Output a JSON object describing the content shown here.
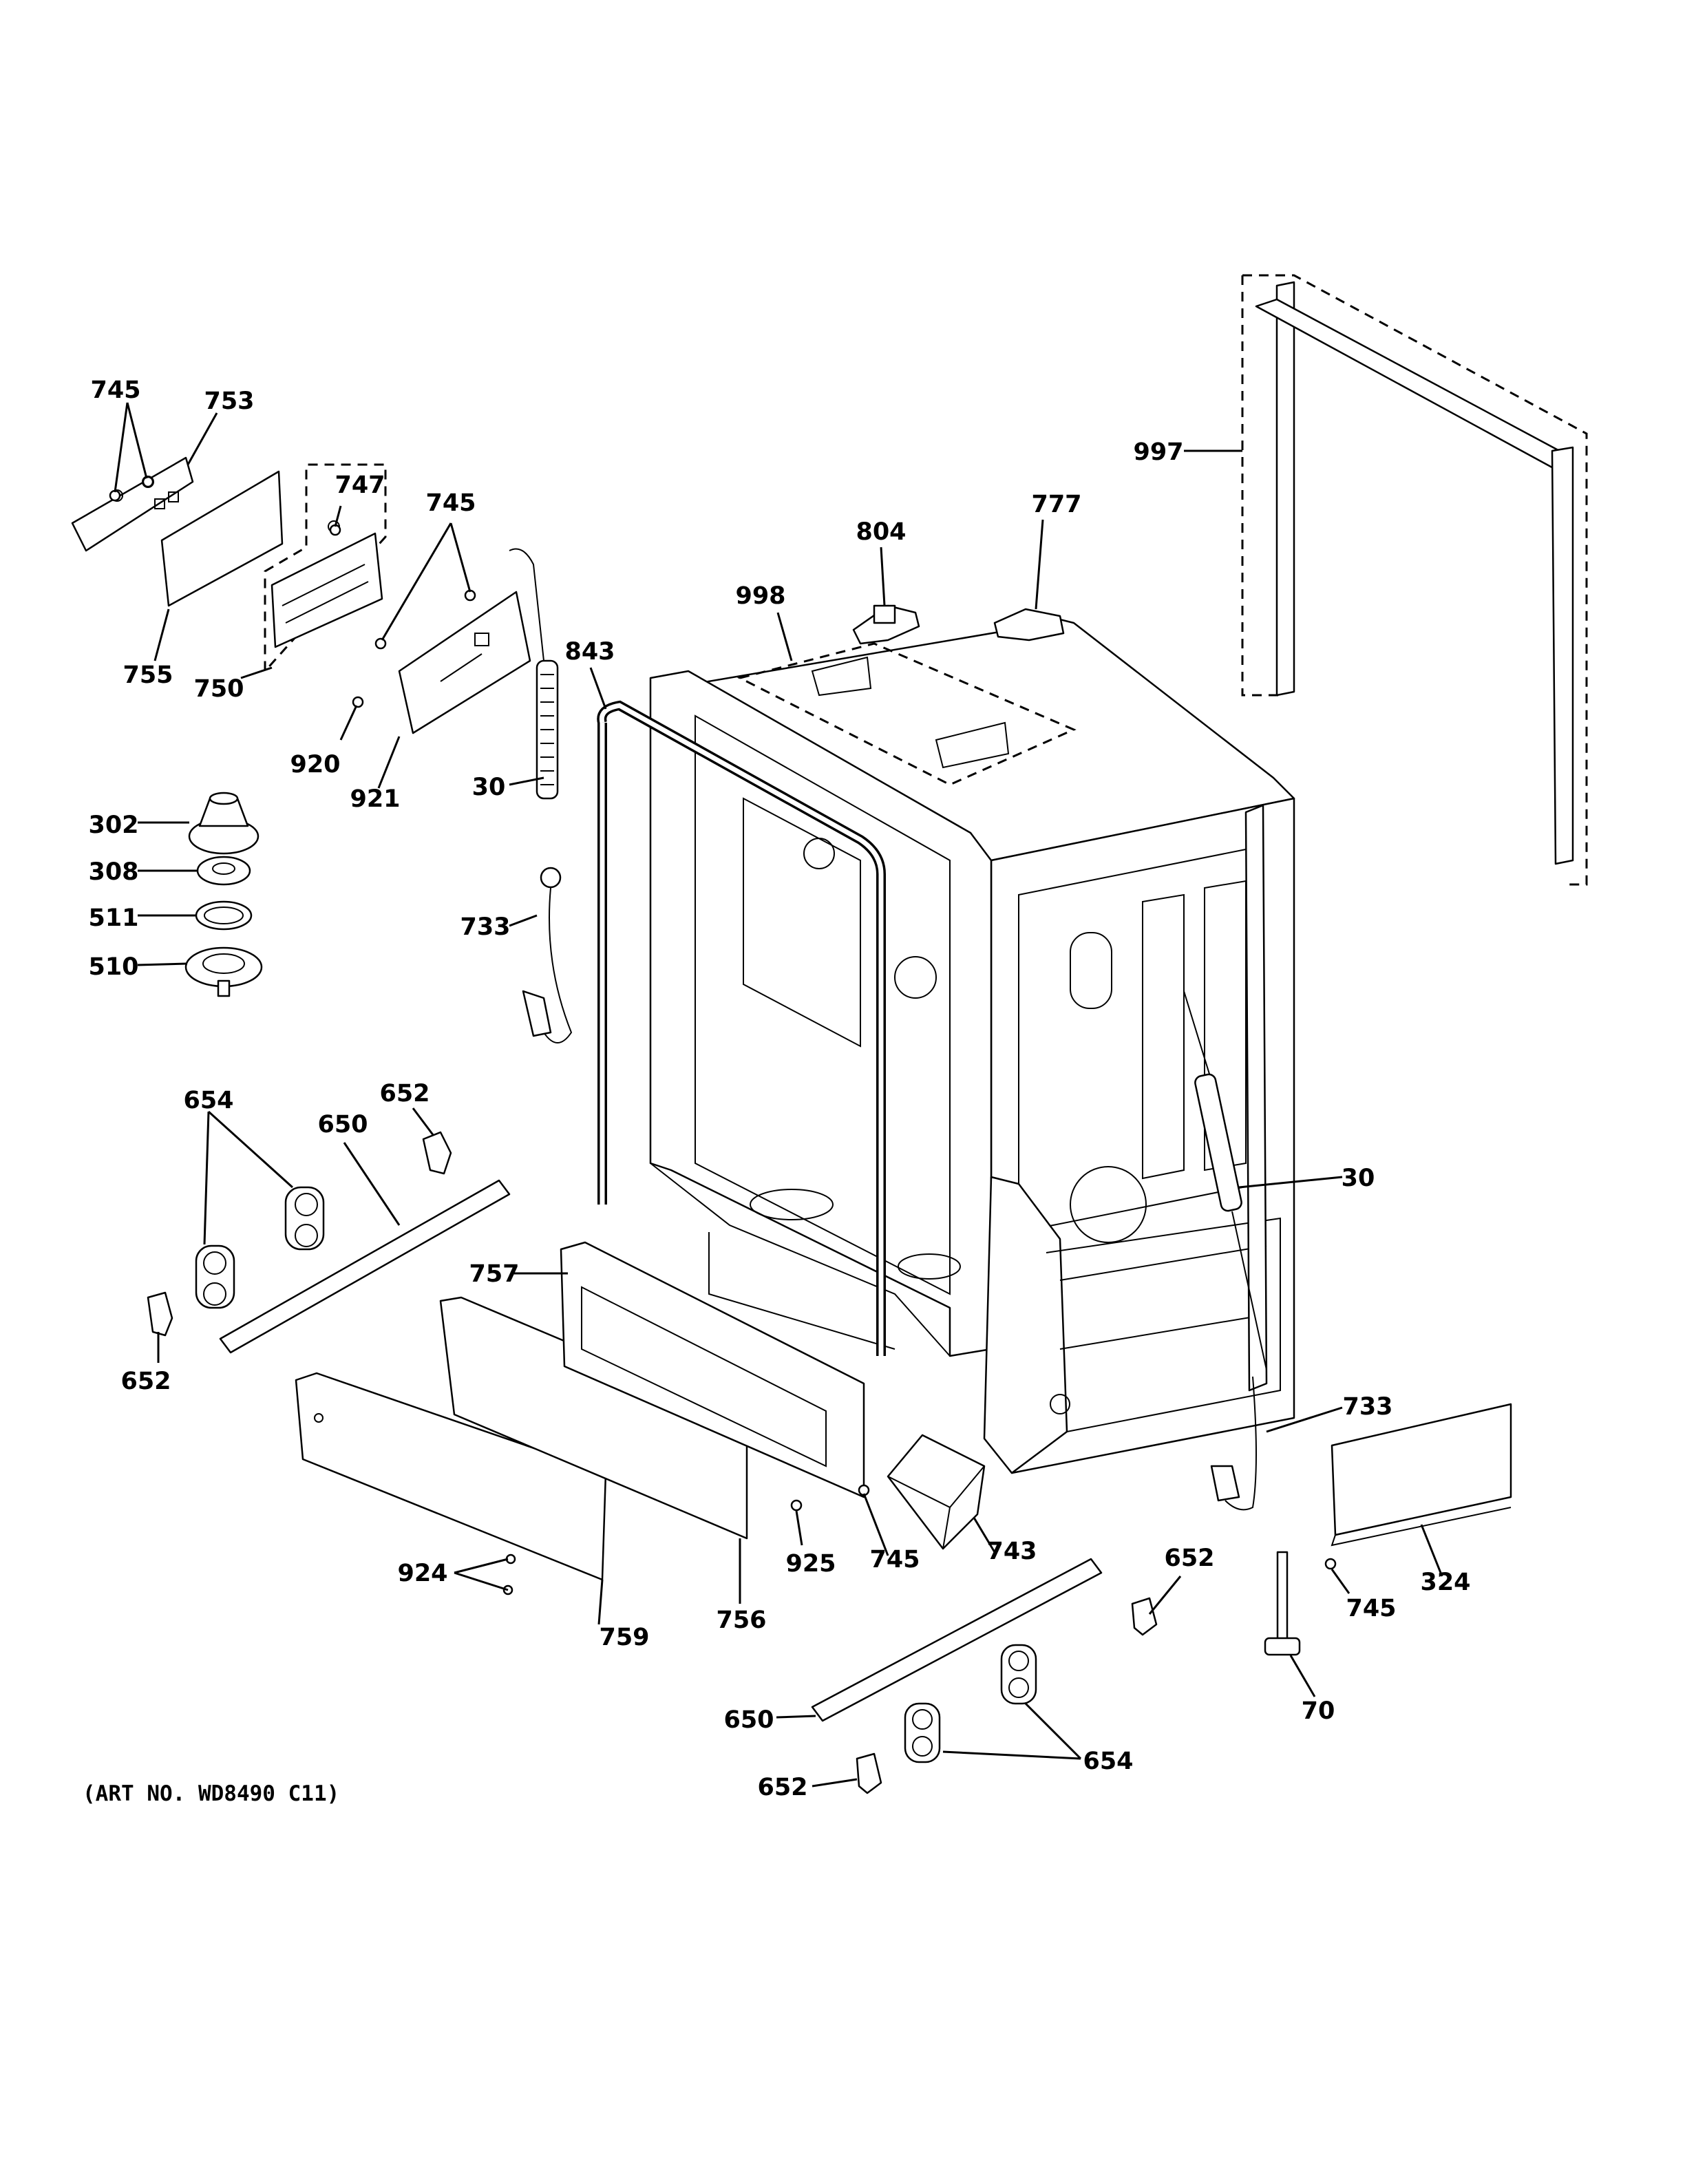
{
  "art_number": "(ART NO. WD8490 C11)",
  "callouts": {
    "c745_a": "745",
    "c753": "753",
    "c747": "747",
    "c745_b": "745",
    "c755": "755",
    "c750": "750",
    "c920": "920",
    "c921": "921",
    "c30_a": "30",
    "c843": "843",
    "c998": "998",
    "c804": "804",
    "c777": "777",
    "c997": "997",
    "c302": "302",
    "c308": "308",
    "c511": "511",
    "c510": "510",
    "c733_a": "733",
    "c654_a": "654",
    "c652_a": "652",
    "c650_a": "650",
    "c652_b": "652",
    "c757": "757",
    "c30_b": "30",
    "c733_b": "733",
    "c924": "924",
    "c925": "925",
    "c745_c": "745",
    "c743": "743",
    "c759": "759",
    "c756": "756",
    "c652_c": "652",
    "c745_d": "745",
    "c324": "324",
    "c70": "70",
    "c650_b": "650",
    "c654_b": "654",
    "c652_d": "652"
  }
}
